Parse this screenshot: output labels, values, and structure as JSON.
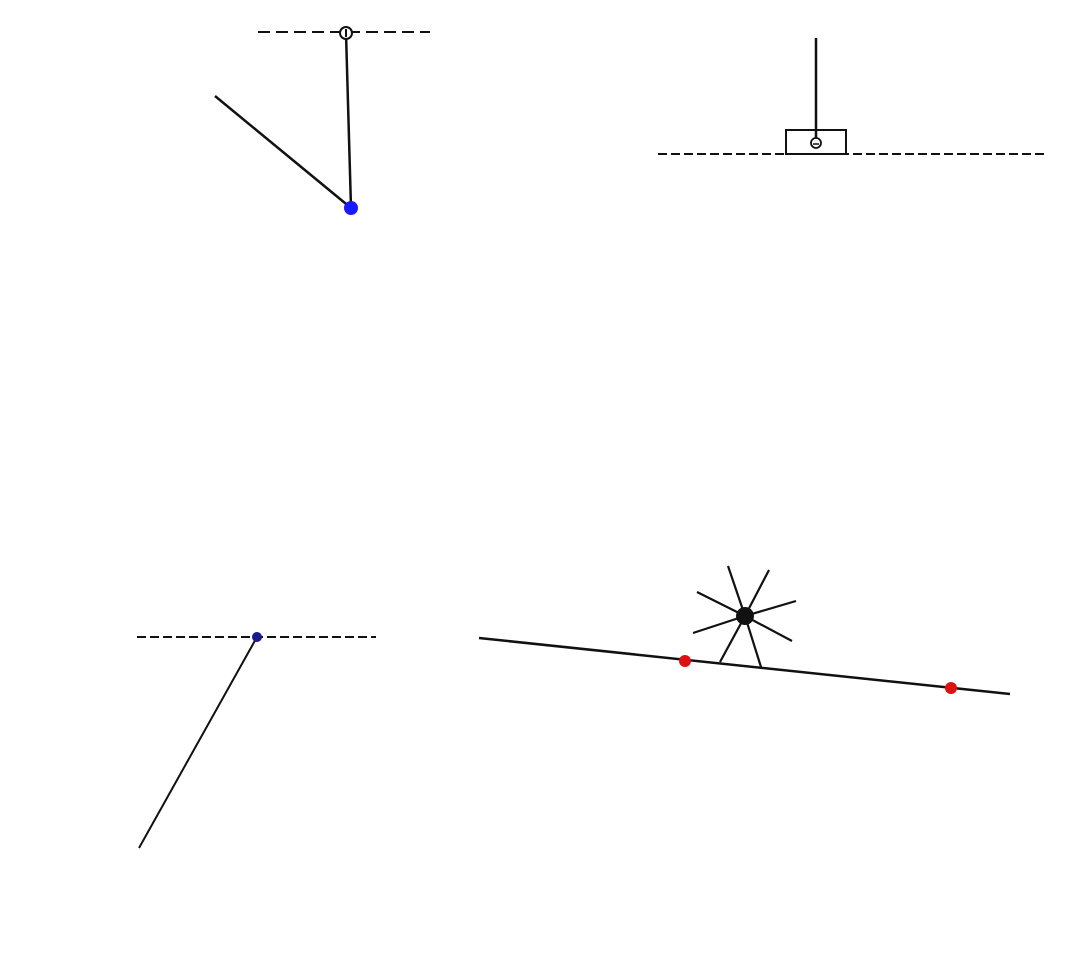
{
  "colors": {
    "background": "#ffffff",
    "ink": "#111111",
    "joint": "#1a1aff",
    "marker": "#e01010"
  },
  "panels": [
    {
      "name": "pendulum-pivot",
      "elements": [
        "dashed-ground-line",
        "pivot-joint",
        "rod",
        "link",
        "end-joint"
      ]
    },
    {
      "name": "slider-block",
      "elements": [
        "dashed-track",
        "slider-block",
        "pin-joint",
        "vertical-rod"
      ]
    },
    {
      "name": "hanging-link",
      "elements": [
        "dashed-ground-line",
        "pin-joint",
        "link"
      ]
    },
    {
      "name": "wheel-on-incline",
      "elements": [
        "incline-line",
        "spoked-wheel",
        "hub",
        "support-legs",
        "contact-marker",
        "contact-marker"
      ]
    }
  ]
}
